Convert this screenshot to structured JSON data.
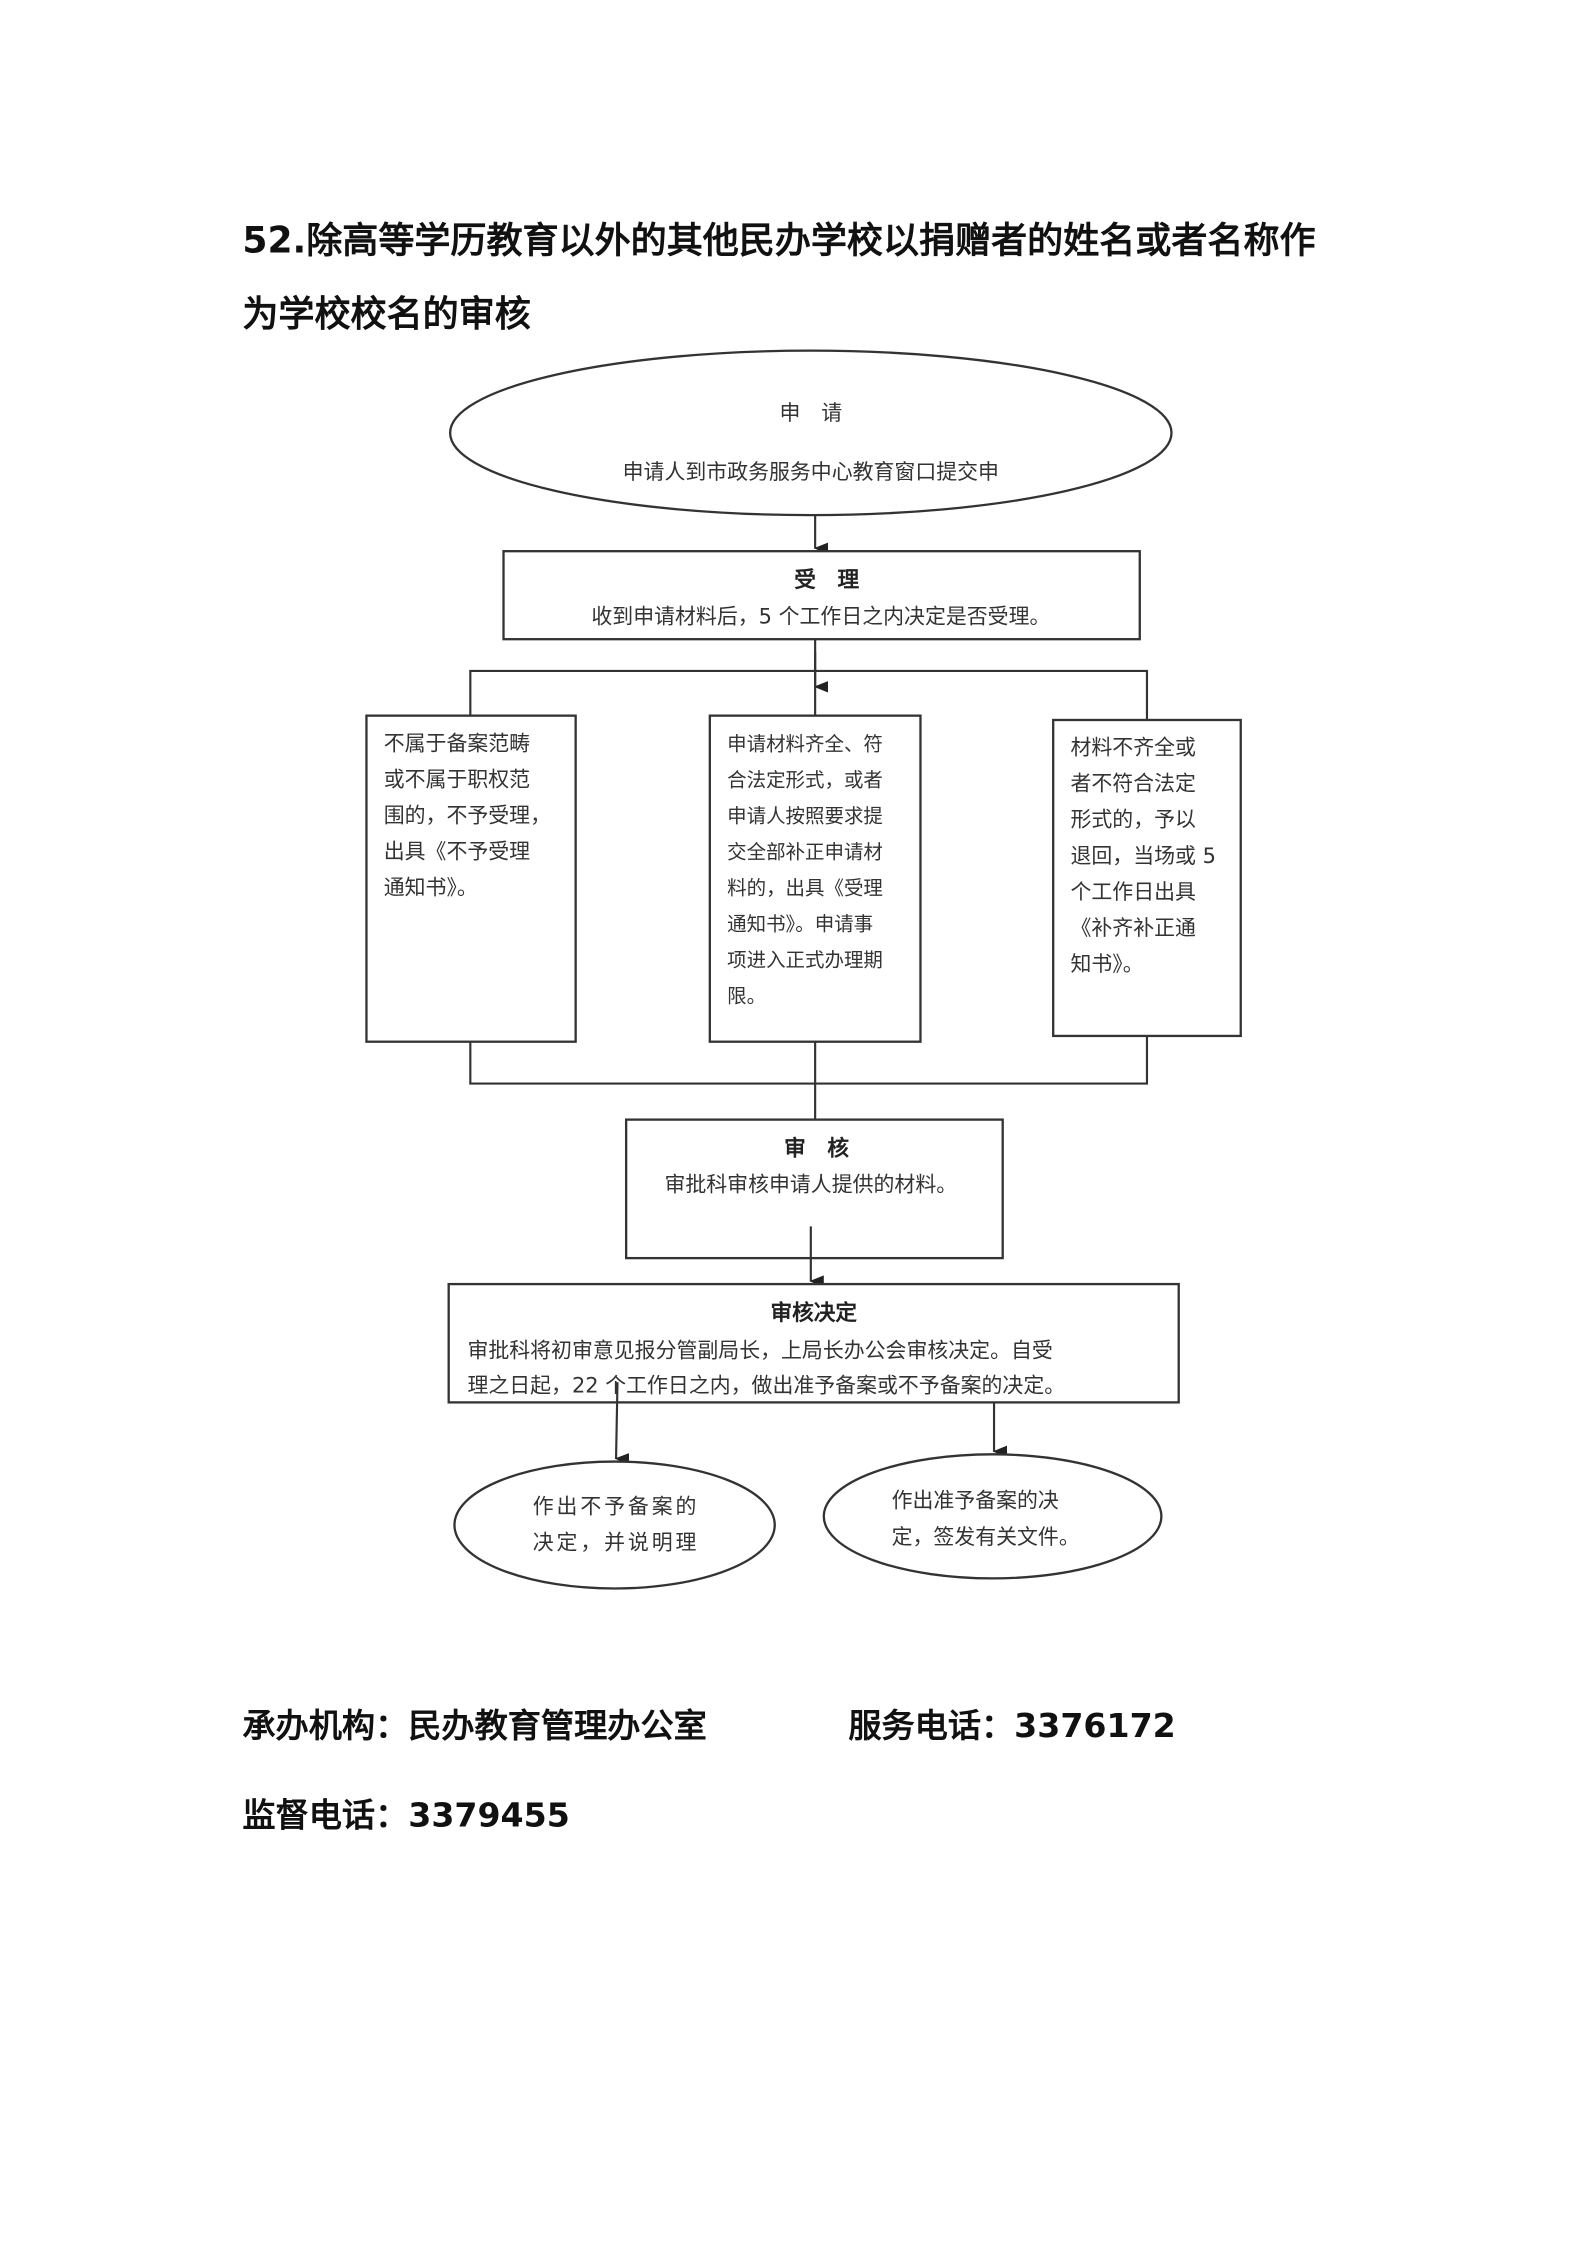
{
  "title": {
    "line1": "52.除高等学历教育以外的其他民办学校以捐赠者的姓名或者名称作",
    "line2": "为学校校名的审核"
  },
  "flow": {
    "apply": {
      "heading": "申　请",
      "text": "申请人到市政务服务中心教育窗口提交申"
    },
    "accept": {
      "heading": "受　理",
      "text": "收到申请材料后，5 个工作日之内决定是否受理。"
    },
    "branch_left": {
      "lines": [
        "不属于备案范畴",
        "或不属于职权范",
        "围的，不予受理，",
        "出具《不予受理",
        "通知书》。"
      ]
    },
    "branch_middle": {
      "lines": [
        "申请材料齐全、符",
        "合法定形式，或者",
        "申请人按照要求提",
        "交全部补正申请材",
        "料的，出具《受理",
        "通知书》。申请事",
        "项进入正式办理期",
        "限。"
      ]
    },
    "branch_right": {
      "lines": [
        "材料不齐全或",
        "者不符合法定",
        "形式的，予以",
        "退回，当场或 5",
        "个工作日出具",
        "《补齐补正通",
        "知书》。"
      ]
    },
    "review": {
      "heading": "审　核",
      "text": "审批科审核申请人提供的材料。"
    },
    "decision": {
      "heading": "审核决定",
      "lines": [
        "审批科将初审意见报分管副局长，上局长办公会审核决定。自受",
        "理之日起，22 个工作日之内，做出准予备案或不予备案的决定。"
      ]
    },
    "reject": {
      "lines": [
        "作出不予备案的",
        "决定，并说明理"
      ]
    },
    "approve": {
      "lines": [
        "作出准予备案的决",
        "定，签发有关文件。"
      ]
    }
  },
  "footer": {
    "agency": "承办机构：民办教育管理办公室",
    "service_phone": "服务电话：3376172",
    "supervise_phone": "监督电话：3379455"
  }
}
